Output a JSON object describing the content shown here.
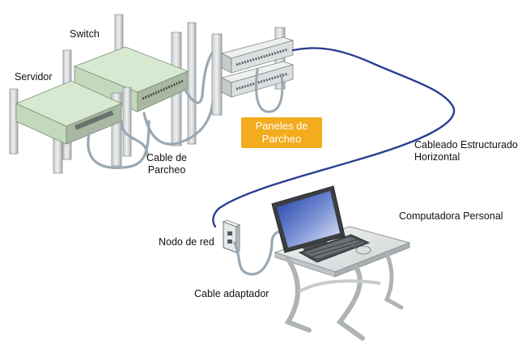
{
  "labels": {
    "switch": "Switch",
    "servidor": "Servidor",
    "cable_parcheo_line1": "Cable de",
    "cable_parcheo_line2": "Parcheo",
    "paneles_line1": "Paneles de",
    "paneles_line2": "Parcheo",
    "cableado_line1": "Cableado Estructurado",
    "cableado_line2": "Horizontal",
    "computadora": "Computadora Personal",
    "nodo": "Nodo de red",
    "cable_adaptador": "Cable adaptador"
  },
  "colors": {
    "highlight": "#f2ac1d",
    "horizontal_cable": "#2b3f8f",
    "patch_cable": "#9aa8b2",
    "device_green": "#cfe3c8",
    "rack_gray": "#b9bdbf"
  }
}
